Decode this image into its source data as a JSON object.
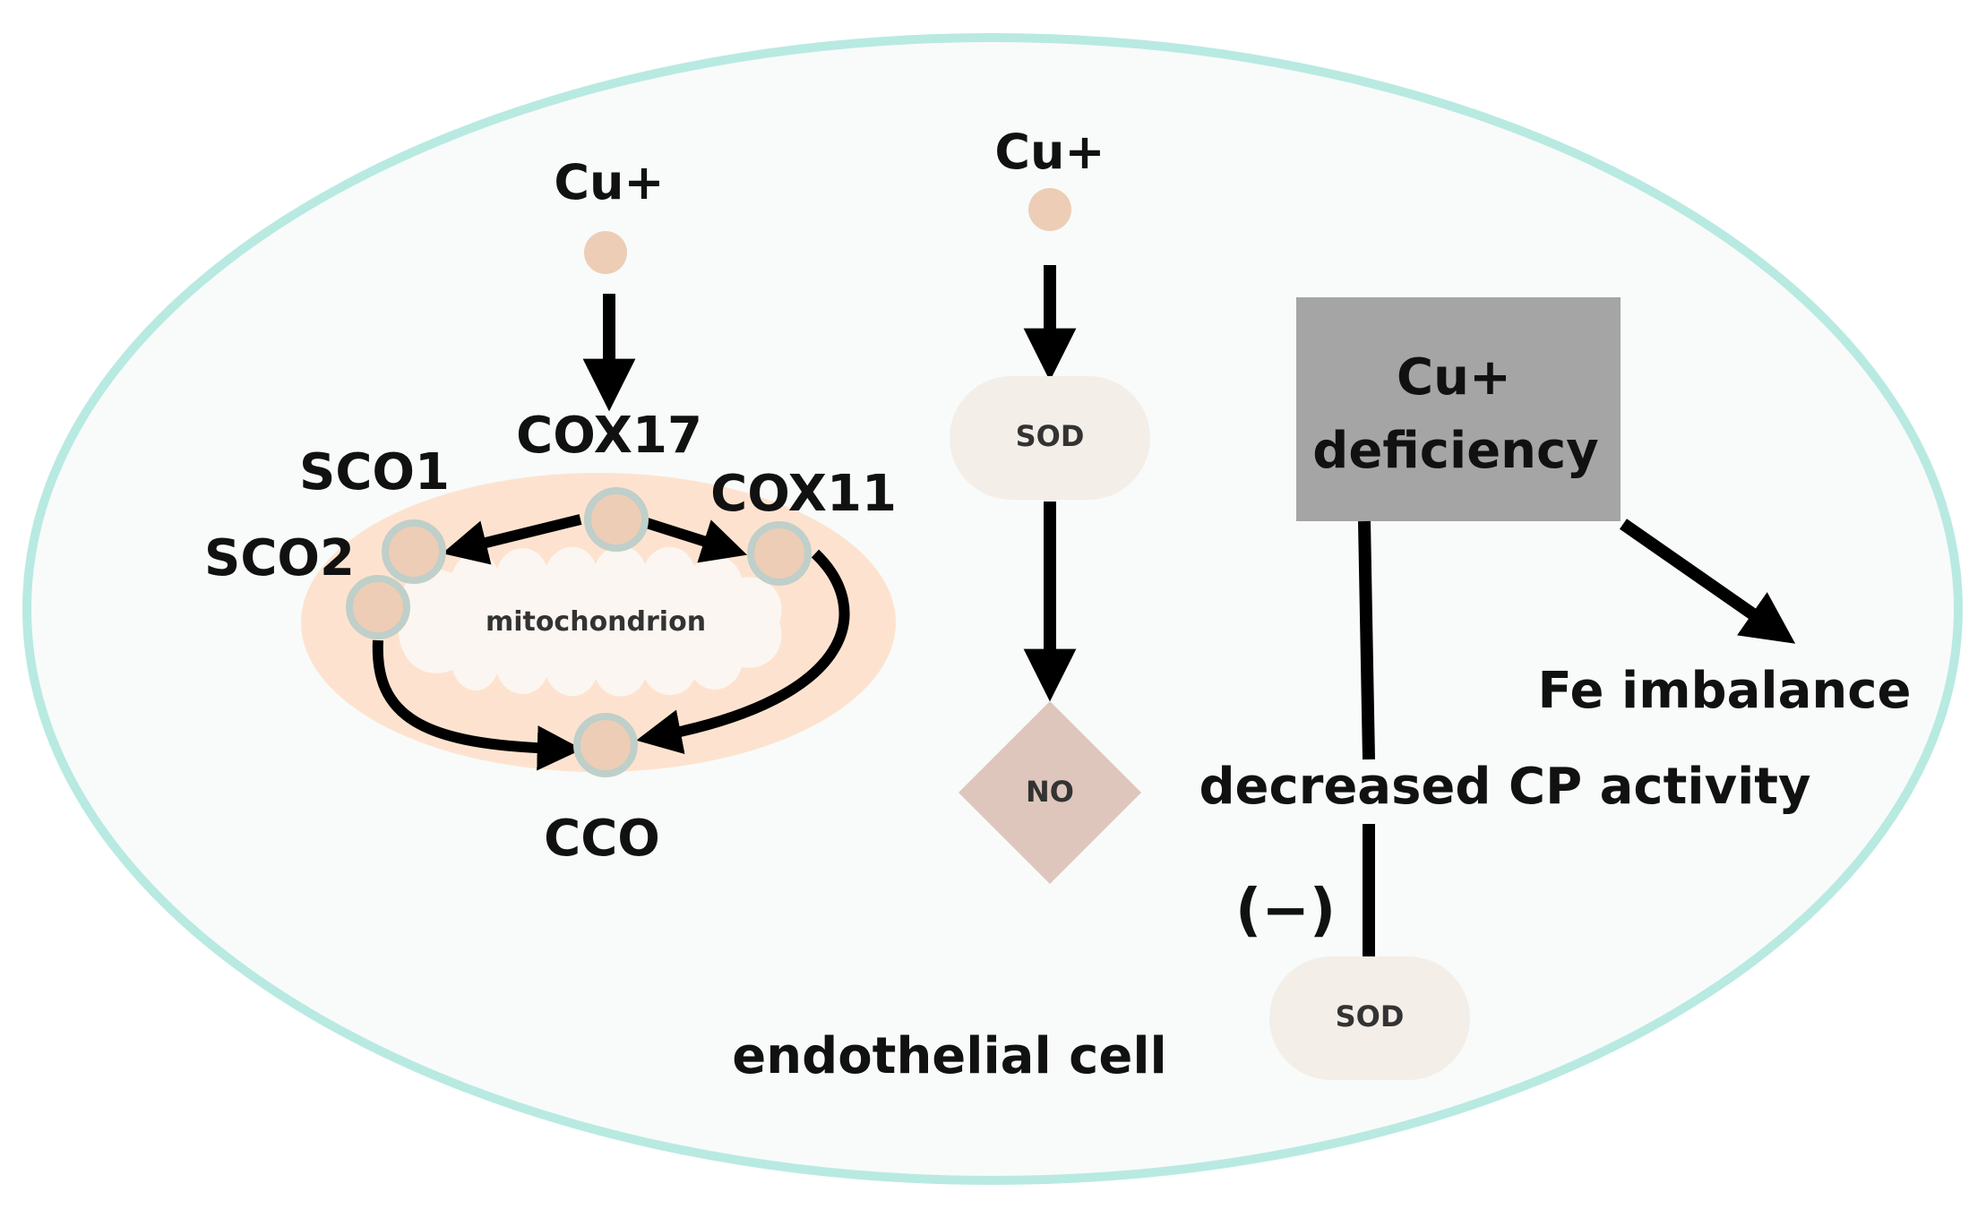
{
  "diagram": {
    "cell_label": "endothelial cell",
    "mitochondrion_label": "mitochondrion",
    "left_pathway": {
      "copper": "Cu+",
      "cox17": "COX17",
      "sco1": "SCO1",
      "sco2": "SCO2",
      "cox11": "COX11",
      "cco": "CCO"
    },
    "middle_pathway": {
      "copper": "Cu+",
      "sod": "SOD",
      "no": "NO"
    },
    "right_pathway": {
      "deficiency_line1": "Cu+",
      "deficiency_line2": "deficiency",
      "fe_imbalance": "Fe imbalance",
      "decreased_cp": "decreased CP activity",
      "inhibition": "(−)",
      "sod": "SOD"
    },
    "colors": {
      "cell_border": "#B8EAE2",
      "cell_fill": "#F8FBFA",
      "copper_dot": "#EDCDB5",
      "mito_outer": "#FDE3CF",
      "mito_inner": "#FBF6F1",
      "node_fill": "#EDCDB5",
      "node_ring": "#BFCFC9",
      "sod_fill": "#F3EEE8",
      "no_fill": "#DEC6BC",
      "deficiency_box": "#A5A5A5",
      "arrow": "#000000"
    }
  }
}
